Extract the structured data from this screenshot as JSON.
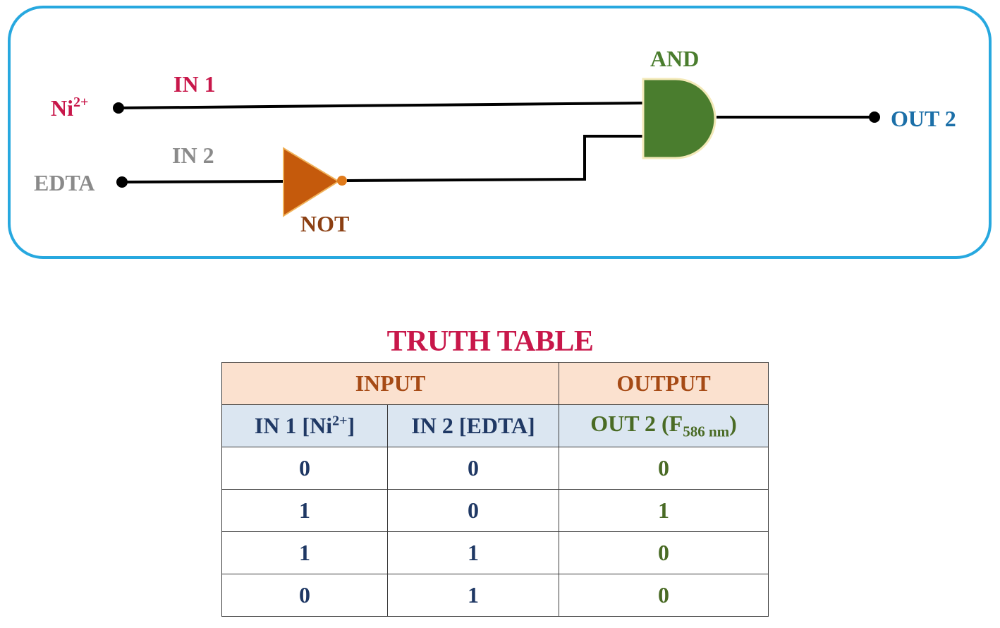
{
  "circuit": {
    "in1_species": "Ni",
    "in1_charge": "2+",
    "in1_label": "IN 1",
    "in2_species": "EDTA",
    "in2_label": "IN 2",
    "not_label": "NOT",
    "and_label": "AND",
    "out_label": "OUT 2",
    "colors": {
      "border": "#27a8df",
      "in1": "#c8174a",
      "in2": "#8a8a8a",
      "not_gate": "#c55a0c",
      "not_label": "#8b3f12",
      "and_gate": "#4a7d2e",
      "and_label": "#4a7d2e",
      "out": "#1b6fa8"
    }
  },
  "truth_table": {
    "title": "TRUTH TABLE",
    "group_headers": {
      "input": "INPUT",
      "output": "OUTPUT"
    },
    "columns": {
      "in1_prefix": "IN 1 [Ni",
      "in1_charge": "2+",
      "in1_suffix": "]",
      "in2": "IN 2 [EDTA]",
      "out_prefix": "OUT 2 (F",
      "out_sub": "586 nm",
      "out_suffix": ")"
    },
    "rows": [
      {
        "in1": "0",
        "in2": "0",
        "out": "0"
      },
      {
        "in1": "1",
        "in2": "0",
        "out": "1"
      },
      {
        "in1": "1",
        "in2": "1",
        "out": "0"
      },
      {
        "in1": "0",
        "in2": "1",
        "out": "0"
      }
    ]
  }
}
